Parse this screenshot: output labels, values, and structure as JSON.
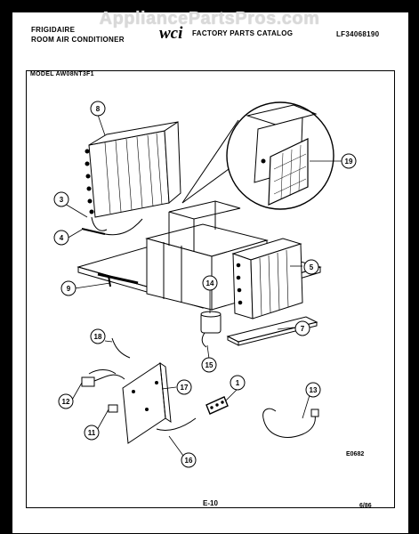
{
  "watermark": "AppliancePartsPros.com",
  "header": {
    "brand_line1": "FRIGIDAIRE",
    "brand_line2": "ROOM AIR CONDITIONER",
    "catalog_title": "FACTORY PARTS CATALOG",
    "part_number": "LF34068190",
    "logo_text": "WCI"
  },
  "model_label": "MODEL AW08NT3F1",
  "callouts": [
    "8",
    "3",
    "4",
    "9",
    "19",
    "5",
    "14",
    "7",
    "18",
    "15",
    "12",
    "17",
    "1",
    "13",
    "11",
    "16"
  ],
  "footer": {
    "drawing_code": "E0682",
    "page": "E-10",
    "date": "6/86"
  },
  "colors": {
    "page": "#ffffff",
    "frame": "#000000",
    "watermark": "#d9d9d9"
  }
}
